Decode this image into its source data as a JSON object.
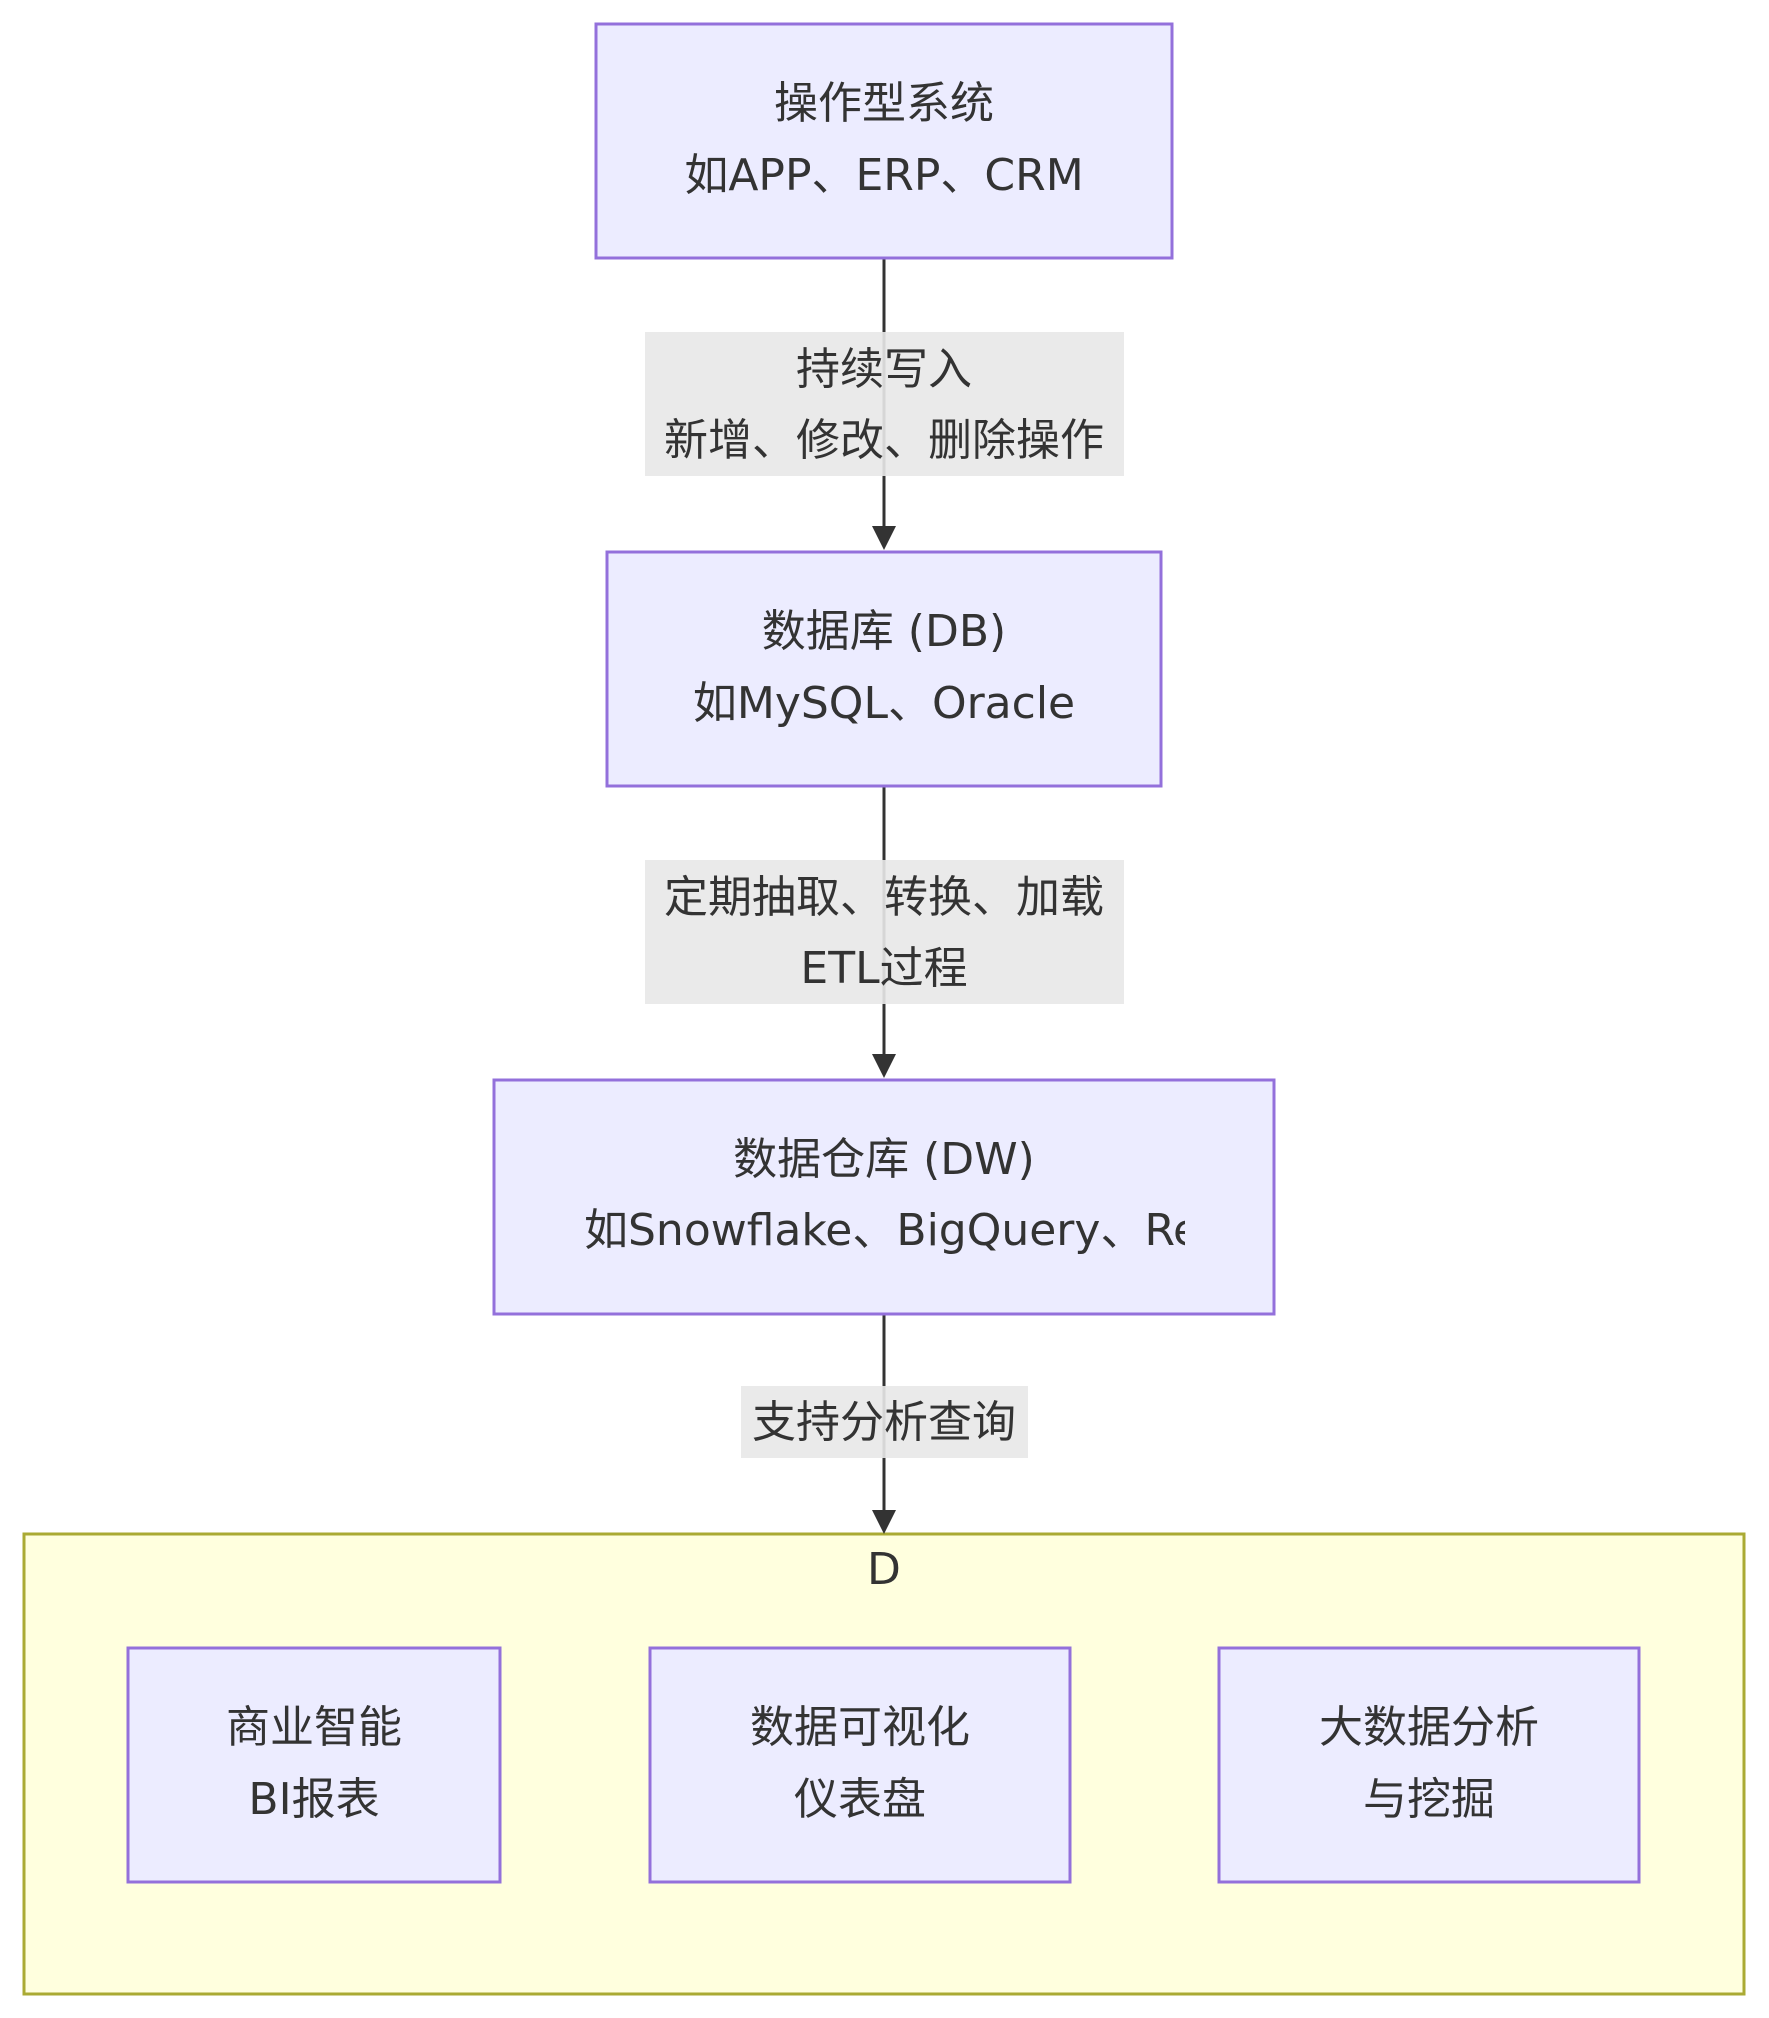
{
  "nodes": {
    "ops": {
      "line1": "操作型系统",
      "line2": "如APP、ERP、CRM"
    },
    "db": {
      "line1": "数据库 (DB)",
      "line2": "如MySQL、Oracle"
    },
    "dw": {
      "line1": "数据仓库 (DW)",
      "line2": "如Snowflake、BigQuery、Re"
    },
    "bi": {
      "line1": "商业智能",
      "line2": "BI报表"
    },
    "viz": {
      "line1": "数据可视化",
      "line2": "仪表盘"
    },
    "bigdata": {
      "line1": "大数据分析",
      "line2": "与挖掘"
    }
  },
  "edges": {
    "ops_db": {
      "line1": "持续写入",
      "line2": "新增、修改、删除操作"
    },
    "db_dw": {
      "line1": "定期抽取、转换、加载",
      "line2": "ETL过程"
    },
    "dw_d": {
      "line1": "支持分析查询"
    }
  },
  "cluster": {
    "label": "D"
  },
  "colors": {
    "node_fill": "#ECECFF",
    "node_stroke": "#9370DB",
    "cluster_fill": "#FFFFDE",
    "cluster_stroke": "#AAAA33",
    "edge": "#333333",
    "edge_label_bg": "#E8E8E8"
  }
}
